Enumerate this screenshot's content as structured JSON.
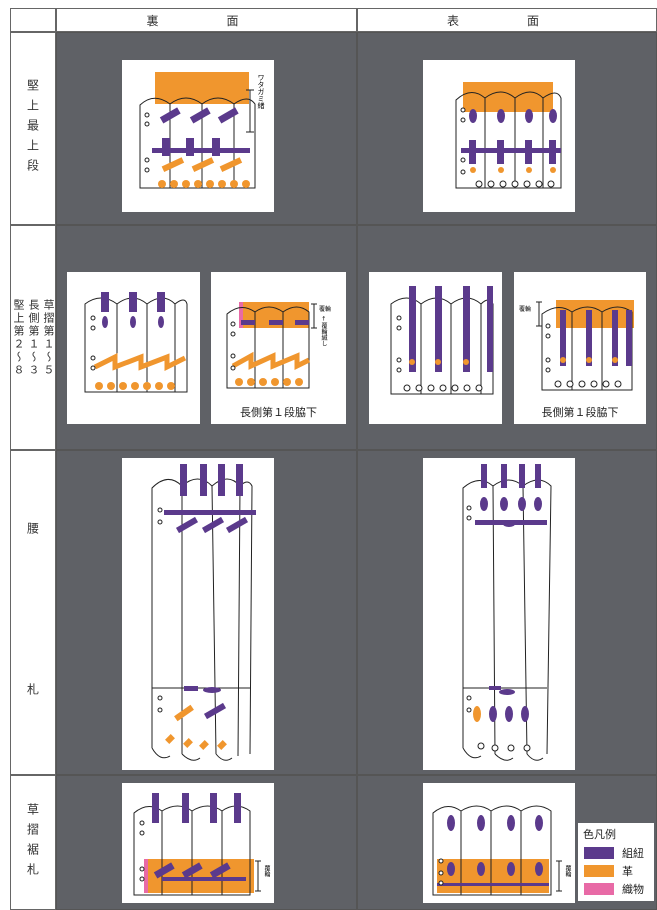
{
  "header": {
    "back": "裏　面",
    "front": "表　面"
  },
  "rows": {
    "r1": "堅上最上段",
    "r2": [
      "堅上第２〜８",
      "長側第１〜３",
      "草摺第１〜５"
    ],
    "r3": [
      "腰",
      "札"
    ],
    "r4": "草摺裾札"
  },
  "annotations": {
    "watagami_cord": "ワタガミ緒",
    "fukurin": "覆輪",
    "fukurin_kake": "← 覆輪縅し",
    "fukurin2": "覆輪",
    "fukurin3": "覆輪",
    "fukurin4": "覆輪"
  },
  "captions": {
    "back_r2": "長側第１段脇下",
    "front_r2": "長側第１段脇下"
  },
  "legend": {
    "title": "色凡例",
    "items": [
      {
        "label": "組紐",
        "color": "#5b3a8c"
      },
      {
        "label": "革",
        "color": "#f0962e"
      },
      {
        "label": "織物",
        "color": "#e86aa6"
      }
    ]
  },
  "colors": {
    "cord": "#5b3a8c",
    "leather": "#f0962e",
    "fabric": "#e86aa6",
    "background": "#5f6166"
  }
}
